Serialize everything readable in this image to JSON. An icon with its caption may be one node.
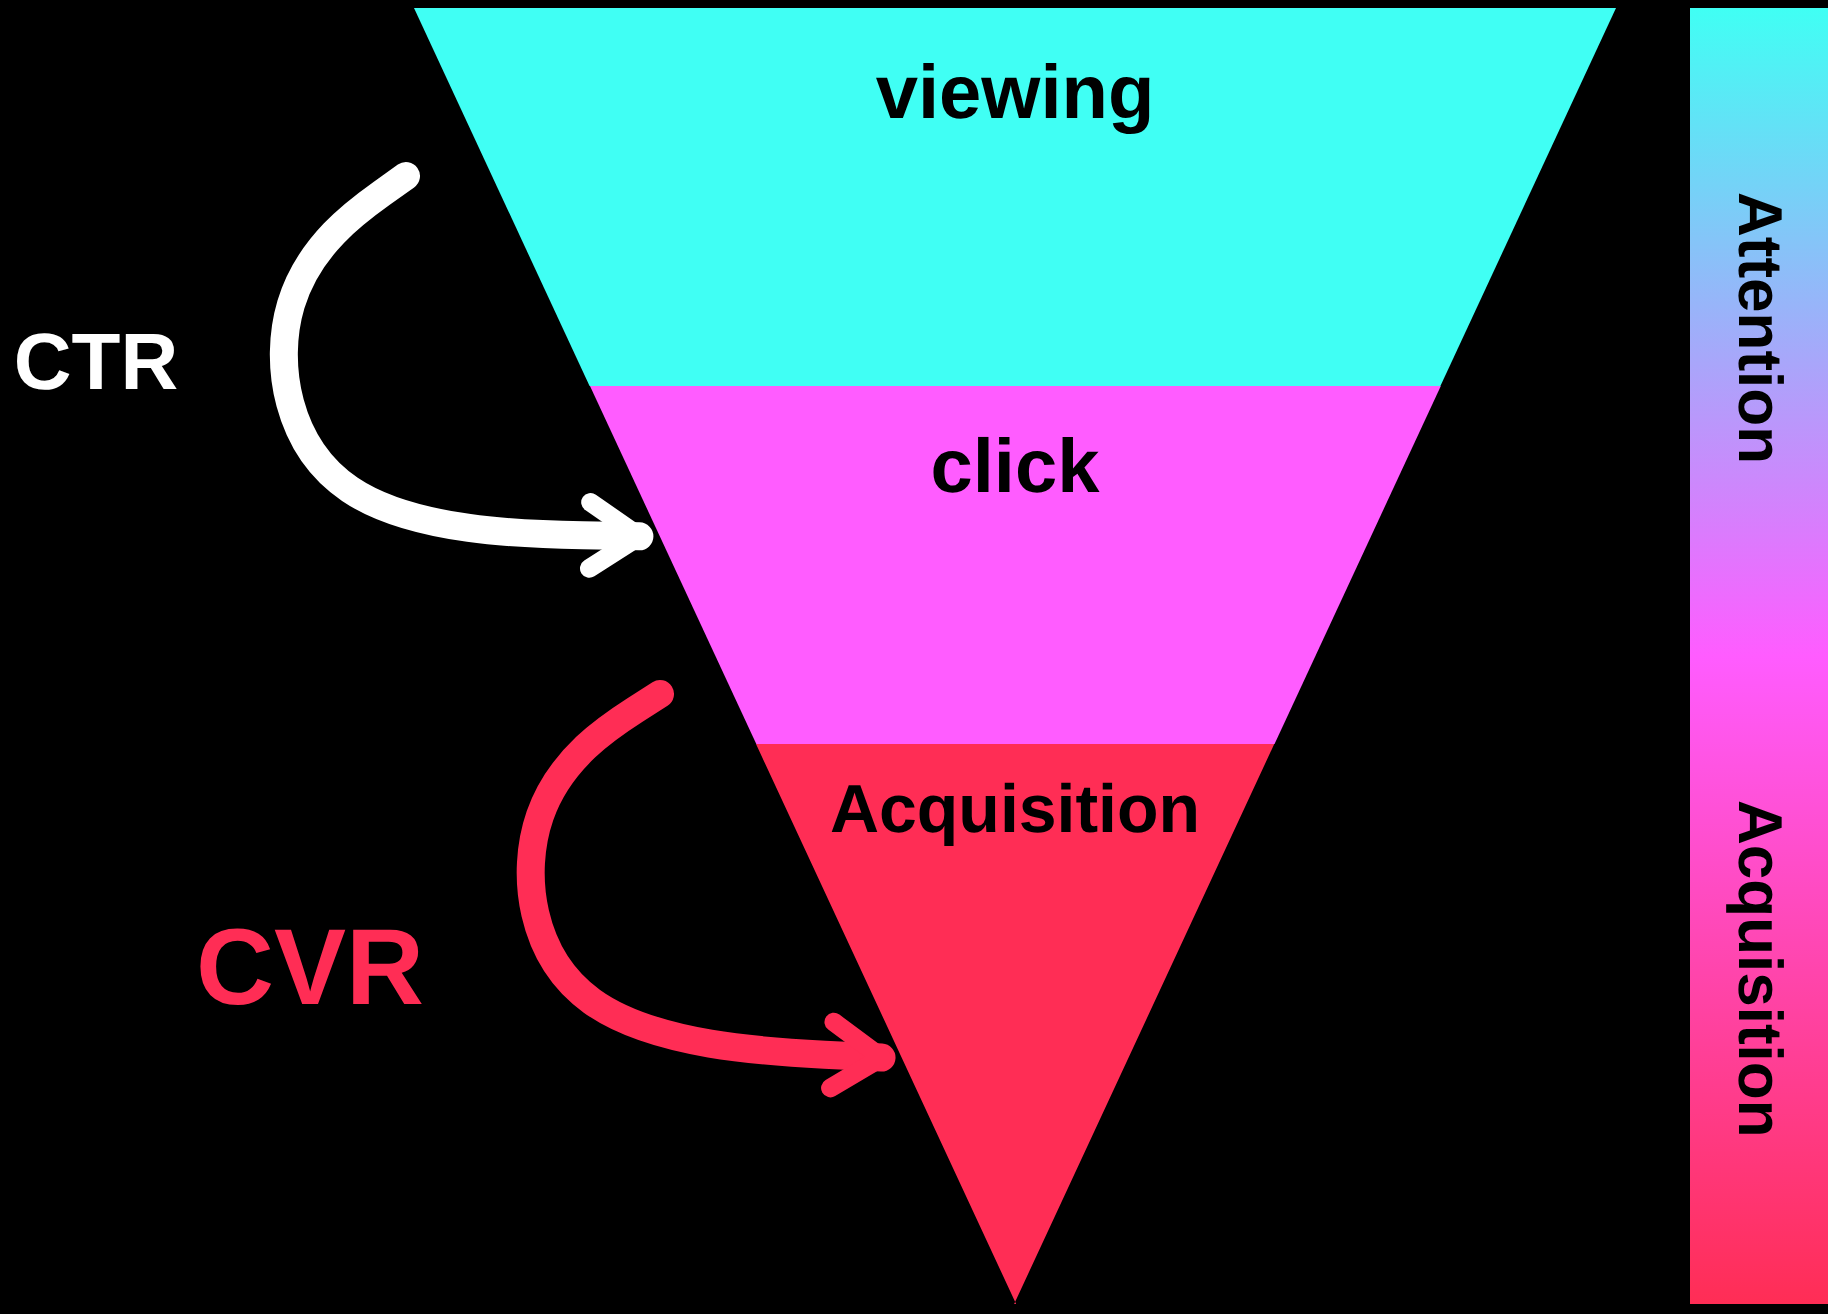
{
  "diagram": {
    "nodes": [
      {
        "text": [
          "viewing"
        ]
      },
      {
        "text": [
          "click"
        ]
      },
      {
        "text": [
          "Acquisition"
        ]
      },
      {
        "text": [
          "Attention",
          "Acquisition"
        ]
      }
    ],
    "edges": [
      {
        "from": null,
        "to": 1,
        "arrow": "to",
        "label": "CTR",
        "color": "#ffffff"
      },
      {
        "from": null,
        "to": 2,
        "arrow": "to",
        "label": "CVR",
        "color": "#ff2d55"
      }
    ]
  }
}
